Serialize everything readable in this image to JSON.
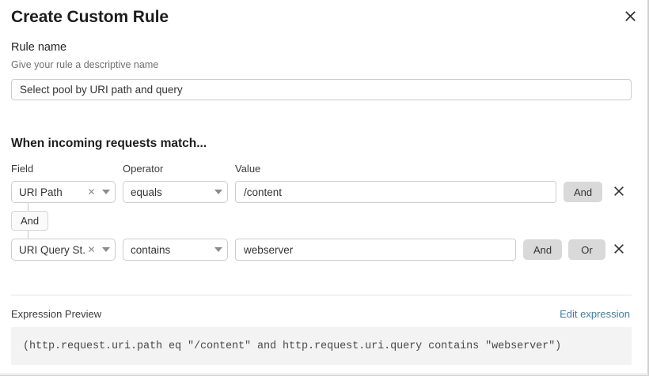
{
  "dialog": {
    "title": "Create Custom Rule",
    "close_icon": "close-icon"
  },
  "rule_name": {
    "label": "Rule name",
    "hint": "Give your rule a descriptive name",
    "value": "Select pool by URI path and query",
    "placeholder": "Give your rule a descriptive name"
  },
  "match_section": {
    "heading": "When incoming requests match...",
    "columns": {
      "field": "Field",
      "operator": "Operator",
      "value": "Value"
    },
    "connector": {
      "label": "And"
    },
    "rows": [
      {
        "field": "URI Path",
        "operator": "equals",
        "value": "/content",
        "value_placeholder": "Enter value",
        "buttons": [
          "And"
        ],
        "delete_icon": "close-icon",
        "clear_icon": "clear-icon",
        "caret_icon": "chevron-down-icon"
      },
      {
        "field": "URI Query St...",
        "operator": "contains",
        "value": "webserver",
        "value_placeholder": "Enter value",
        "buttons": [
          "And",
          "Or"
        ],
        "delete_icon": "close-icon",
        "clear_icon": "clear-icon",
        "caret_icon": "chevron-down-icon"
      }
    ]
  },
  "expression_preview": {
    "label": "Expression Preview",
    "edit_link": "Edit expression",
    "expression": "(http.request.uri.path eq \"/content\" and http.request.uri.query contains \"webserver\")"
  },
  "colors": {
    "accent_link": "#3d7ea8",
    "pill_bg": "#d9d9d9",
    "preview_bg": "#f3f3f3",
    "border": "#cdcdcd",
    "text": "#222222",
    "muted_text": "#707070"
  }
}
